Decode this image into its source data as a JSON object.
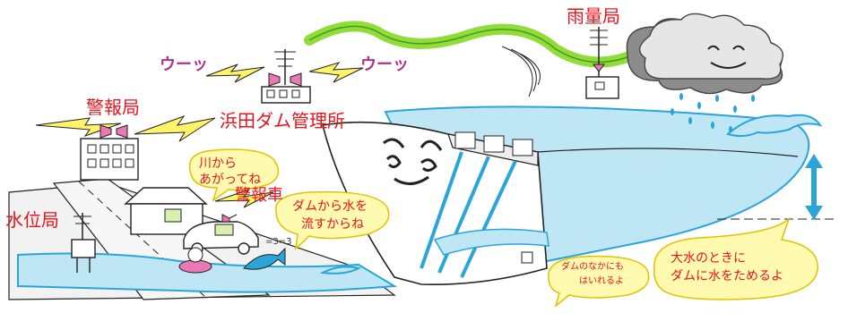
{
  "labels": {
    "rain_station": "雨量局",
    "siren_left": "ウーッ",
    "siren_right": "ウーッ",
    "warning_station": "警報局",
    "dam_office": "浜田ダム管理所",
    "water_level_station": "水位局",
    "warning_car": "警報車",
    "car_horn": "=3=3"
  },
  "bubbles": {
    "river": [
      "川から",
      "あがってね"
    ],
    "release": [
      "ダムから水を",
      "流すからね"
    ],
    "inside_dam": [
      "ダムのなかにも",
      "はいれるよ"
    ],
    "flood_storage": [
      "大水のときに",
      "ダムに水をためるよ"
    ]
  },
  "colors": {
    "label_red": "#e8141c",
    "water_blue": "#bfe6f5",
    "water_line": "#2aa5d8",
    "wave_green": "#8fdc3a",
    "signal_yellow": "#fff36a",
    "bubble_yellow": "#fffab0",
    "siren_pink": "#e879b4",
    "cloud_gray": "#8c8c8c"
  },
  "icons": [
    "antenna-icon",
    "siren-icon",
    "lightning-icon",
    "rain-cloud-icon",
    "fish-icon",
    "car-icon"
  ]
}
